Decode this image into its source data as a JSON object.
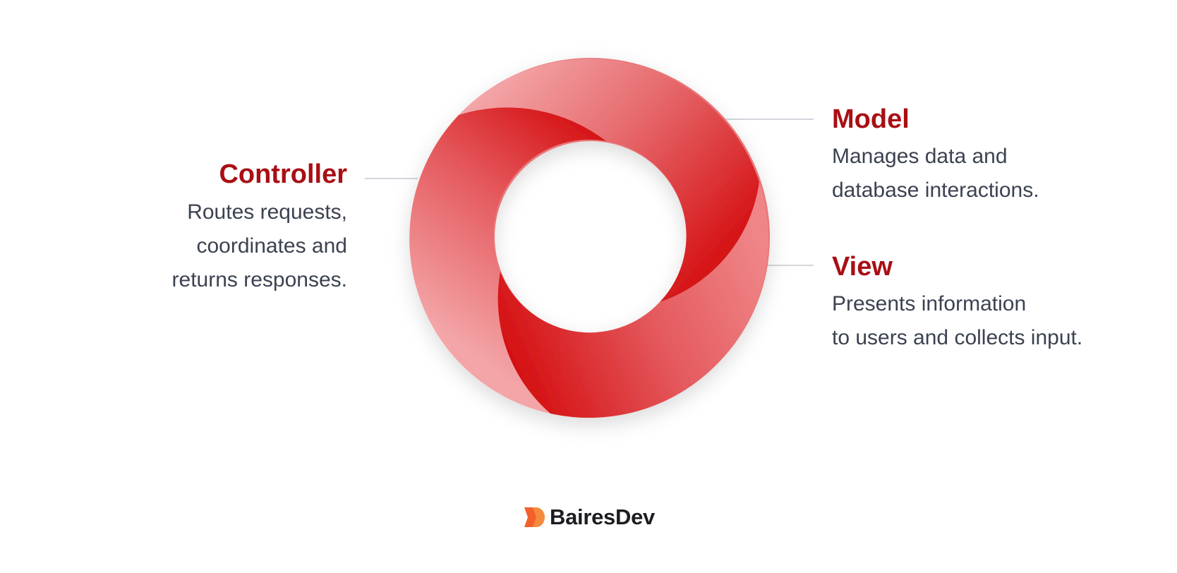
{
  "components": [
    {
      "name": "Controller",
      "description_lines": [
        "Routes requests,",
        "coordinates and",
        "returns responses."
      ]
    },
    {
      "name": "Model",
      "description_lines": [
        "Manages data and",
        "database interactions."
      ]
    },
    {
      "name": "View",
      "description_lines": [
        "Presents information",
        "to users and collects input."
      ]
    }
  ],
  "brand": {
    "name": "BairesDev",
    "logo_icon": "bairesdev-logo-icon"
  },
  "colors": {
    "accent_dark": "#a80f14",
    "ring_red": "#d40d0f",
    "ring_light": "#f3a5a7",
    "text": "#3b4250",
    "connector": "#d3d6db",
    "logo_orange": "#f4602b"
  }
}
